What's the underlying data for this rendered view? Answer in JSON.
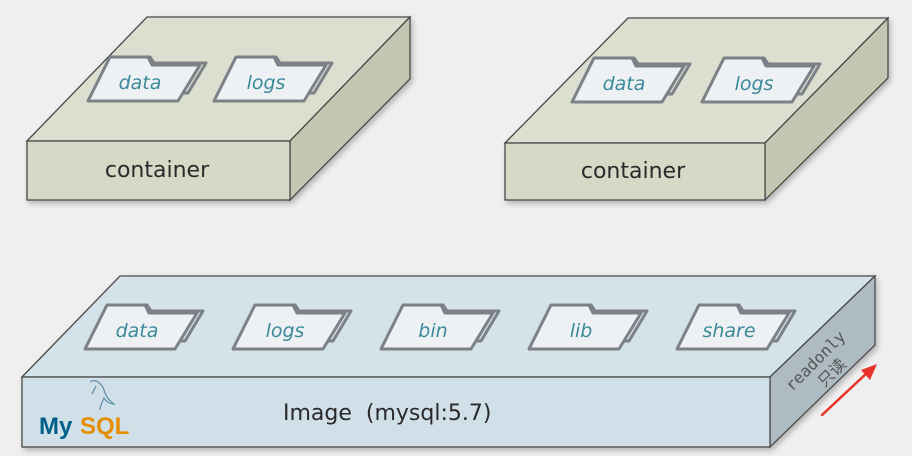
{
  "containers": [
    {
      "label": "container",
      "folders": [
        "data",
        "logs"
      ]
    },
    {
      "label": "container",
      "folders": [
        "data",
        "logs"
      ]
    }
  ],
  "image": {
    "label": "Image  (mysql:5.7)",
    "folders": [
      "data",
      "logs",
      "bin",
      "lib",
      "share"
    ],
    "side_label": "readonly",
    "side_label_cn": "只读",
    "logo": {
      "my": "My",
      "sql": "SQL"
    }
  },
  "colors": {
    "container_top": "#dcdfcf",
    "container_front": "#d6d9c6",
    "container_side": "#c3c7b2",
    "image_top": "#d4e2ea",
    "image_front": "#d0dfe8",
    "image_side": "#aebbc3",
    "folder_fill": "#eef1f3",
    "folder_stroke": "#7b8087",
    "folder_text": "#3a8a9a",
    "arrow": "#e8332a",
    "mysql_blue": "#00618a",
    "mysql_orange": "#e48e00"
  }
}
